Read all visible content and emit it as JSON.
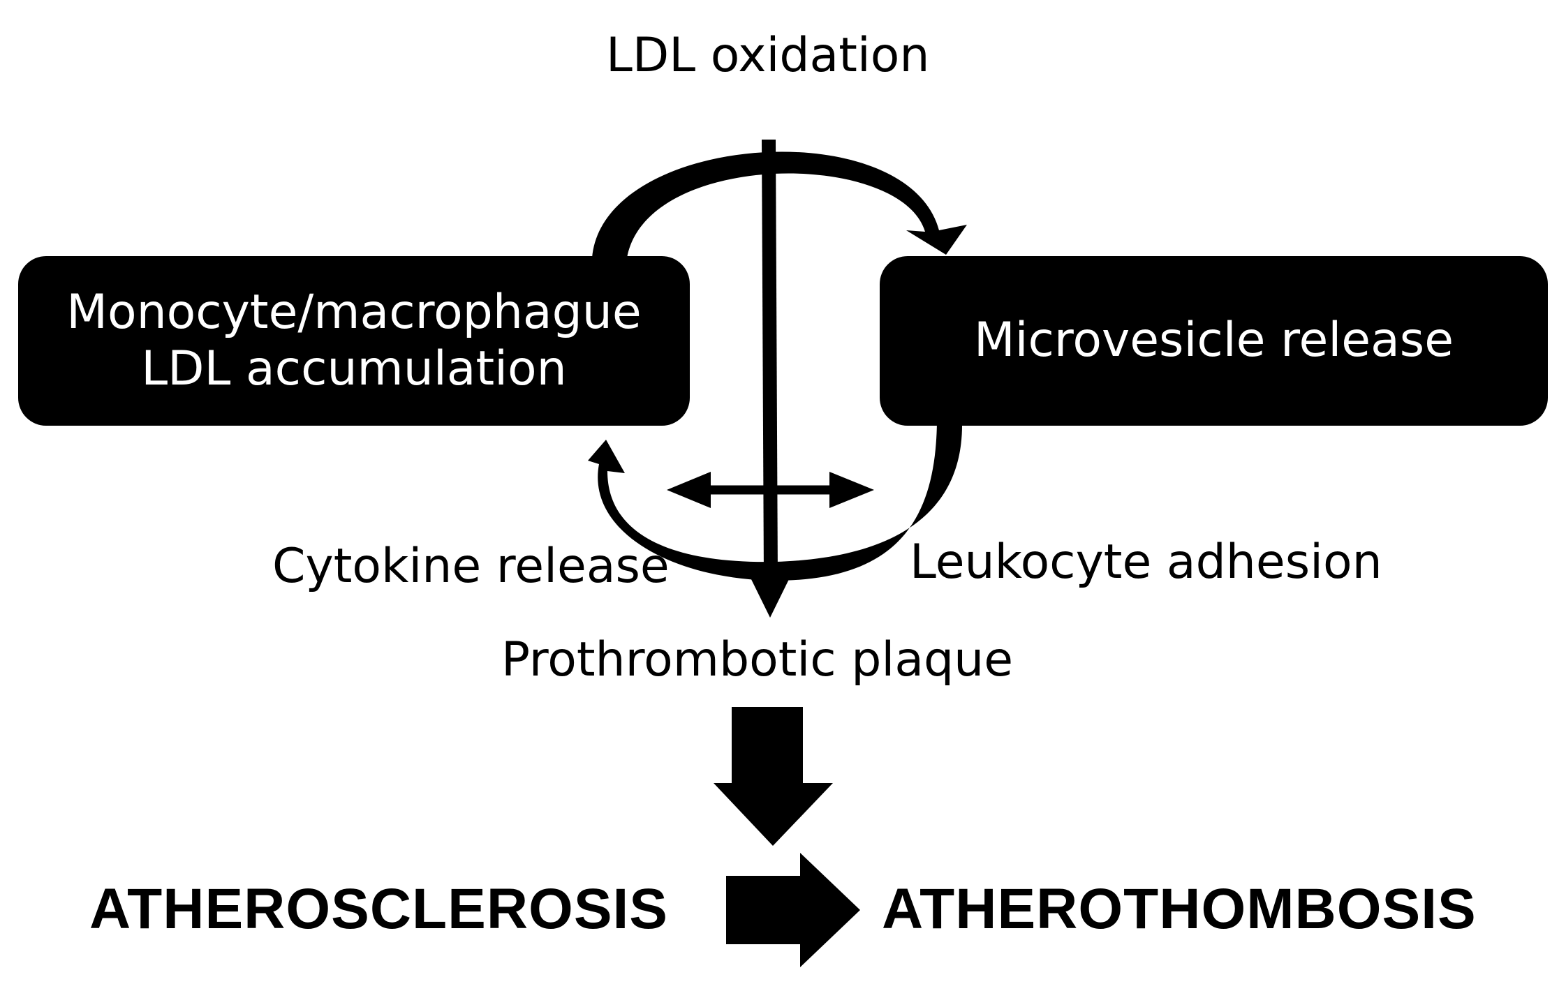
{
  "diagram": {
    "top_label": "LDL oxidation",
    "left_box": {
      "line1": "Monocyte/macrophague",
      "line2": "LDL accumulation"
    },
    "right_box": {
      "text": "Microvesicle release"
    },
    "cytokine_label": "Cytokine release",
    "leukocyte_label": "Leukocyte adhesion",
    "plaque_label": "Prothrombotic plaque",
    "outcome_left": "ATHEROSCLEROSIS",
    "outcome_right": "ATHEROTHOMBOSIS"
  },
  "colors": {
    "ink": "#000000",
    "background": "#ffffff",
    "box_text": "#ffffff"
  }
}
